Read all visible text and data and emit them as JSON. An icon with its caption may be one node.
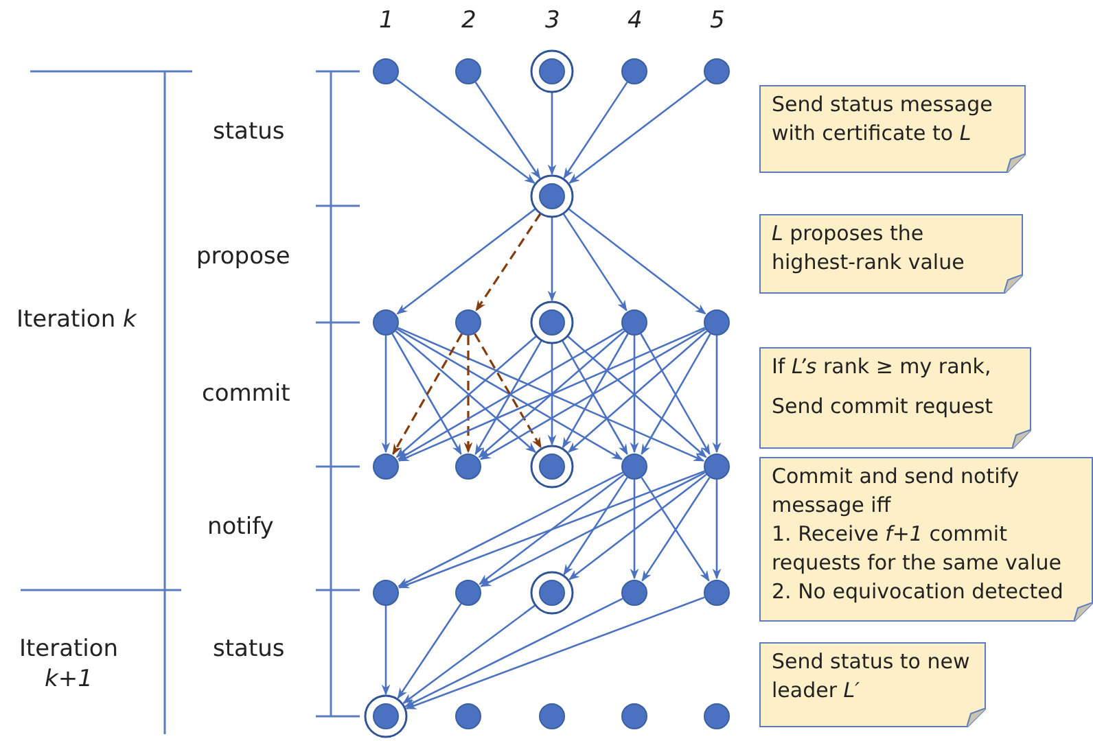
{
  "diagram": {
    "nodes": [
      {
        "text": [],
        "shape": "circle"
      },
      {
        "text": [],
        "shape": "circle"
      },
      {
        "text": [],
        "shape": "ring"
      },
      {
        "text": [],
        "shape": "circle"
      },
      {
        "text": [],
        "shape": "circle"
      },
      {
        "text": [],
        "shape": "ring"
      },
      {
        "text": [],
        "shape": "circle"
      },
      {
        "text": [],
        "shape": "circle"
      },
      {
        "text": [],
        "shape": "ring"
      },
      {
        "text": [],
        "shape": "circle"
      },
      {
        "text": [],
        "shape": "circle"
      },
      {
        "text": [],
        "shape": "circle"
      },
      {
        "text": [],
        "shape": "circle"
      },
      {
        "text": [],
        "shape": "ring"
      },
      {
        "text": [],
        "shape": "circle"
      },
      {
        "text": [],
        "shape": "circle"
      },
      {
        "text": [],
        "shape": "circle"
      },
      {
        "text": [],
        "shape": "circle"
      },
      {
        "text": [],
        "shape": "ring"
      },
      {
        "text": [],
        "shape": "circle"
      },
      {
        "text": [],
        "shape": "circle"
      },
      {
        "text": [],
        "shape": "ring"
      },
      {
        "text": [],
        "shape": "circle"
      },
      {
        "text": [],
        "shape": "circle"
      },
      {
        "text": [],
        "shape": "circle"
      },
      {
        "text": [],
        "shape": "circle"
      },
      {
        "text": [
          "Send status message with certificate to *L*"
        ]
      },
      {
        "text": [
          "*L* proposes the highest-rank value"
        ]
      },
      {
        "text": [
          "If *L’s* rank ≥ my rank,",
          "Send commit request"
        ]
      },
      {
        "text": [
          "Commit and send notify message iff",
          "1. Receive *f+1* commit requests for the same value",
          "2. No equivocation detected"
        ]
      },
      {
        "text": [
          "Send status to new leader *L′*"
        ]
      }
    ],
    "edges": [
      {
        "from": 0,
        "to": 5,
        "arrow": "to"
      },
      {
        "from": 1,
        "to": 5,
        "arrow": "to"
      },
      {
        "from": 2,
        "to": 5,
        "arrow": "to"
      },
      {
        "from": 3,
        "to": 5,
        "arrow": "to"
      },
      {
        "from": 4,
        "to": 5,
        "arrow": "to"
      },
      {
        "from": 5,
        "to": 6,
        "arrow": "to"
      },
      {
        "from": 5,
        "to": 7,
        "arrow": "to",
        "style": "dashed",
        "color": "#843c0c"
      },
      {
        "from": 5,
        "to": 8,
        "arrow": "to"
      },
      {
        "from": 5,
        "to": 9,
        "arrow": "to"
      },
      {
        "from": 5,
        "to": 10,
        "arrow": "to"
      },
      {
        "from": 6,
        "to": 11,
        "arrow": "to"
      },
      {
        "from": 6,
        "to": 12,
        "arrow": "to"
      },
      {
        "from": 6,
        "to": 13,
        "arrow": "to"
      },
      {
        "from": 6,
        "to": 14,
        "arrow": "to"
      },
      {
        "from": 6,
        "to": 15,
        "arrow": "to"
      },
      {
        "from": 7,
        "to": 11,
        "arrow": "to",
        "style": "dashed",
        "color": "#843c0c"
      },
      {
        "from": 7,
        "to": 12,
        "arrow": "to",
        "style": "dashed",
        "color": "#843c0c"
      },
      {
        "from": 7,
        "to": 13,
        "arrow": "to",
        "style": "dashed",
        "color": "#843c0c"
      },
      {
        "from": 8,
        "to": 11,
        "arrow": "to"
      },
      {
        "from": 8,
        "to": 12,
        "arrow": "to"
      },
      {
        "from": 8,
        "to": 13,
        "arrow": "to"
      },
      {
        "from": 8,
        "to": 14,
        "arrow": "to"
      },
      {
        "from": 8,
        "to": 15,
        "arrow": "to"
      },
      {
        "from": 9,
        "to": 11,
        "arrow": "to"
      },
      {
        "from": 9,
        "to": 12,
        "arrow": "to"
      },
      {
        "from": 9,
        "to": 13,
        "arrow": "to"
      },
      {
        "from": 9,
        "to": 14,
        "arrow": "to"
      },
      {
        "from": 9,
        "to": 15,
        "arrow": "to"
      },
      {
        "from": 10,
        "to": 11,
        "arrow": "to"
      },
      {
        "from": 10,
        "to": 12,
        "arrow": "to"
      },
      {
        "from": 10,
        "to": 13,
        "arrow": "to"
      },
      {
        "from": 10,
        "to": 14,
        "arrow": "to"
      },
      {
        "from": 10,
        "to": 15,
        "arrow": "to"
      },
      {
        "from": 14,
        "to": 16,
        "arrow": "to"
      },
      {
        "from": 14,
        "to": 17,
        "arrow": "to"
      },
      {
        "from": 14,
        "to": 18,
        "arrow": "to"
      },
      {
        "from": 14,
        "to": 19,
        "arrow": "to"
      },
      {
        "from": 14,
        "to": 20,
        "arrow": "to"
      },
      {
        "from": 15,
        "to": 16,
        "arrow": "to"
      },
      {
        "from": 15,
        "to": 17,
        "arrow": "to"
      },
      {
        "from": 15,
        "to": 18,
        "arrow": "to"
      },
      {
        "from": 15,
        "to": 19,
        "arrow": "to"
      },
      {
        "from": 15,
        "to": 20,
        "arrow": "to"
      },
      {
        "from": 16,
        "to": 21,
        "arrow": "to"
      },
      {
        "from": 17,
        "to": 21,
        "arrow": "to"
      },
      {
        "from": 18,
        "to": 21,
        "arrow": "to"
      },
      {
        "from": 19,
        "to": 21,
        "arrow": "to"
      },
      {
        "from": 20,
        "to": 21,
        "arrow": "to"
      }
    ],
    "labels": [
      "1",
      "2",
      "3",
      "4",
      "5",
      "status",
      "propose",
      "Iteration *k*",
      "commit",
      "notify",
      "Iteration *k+1*",
      "status"
    ]
  }
}
